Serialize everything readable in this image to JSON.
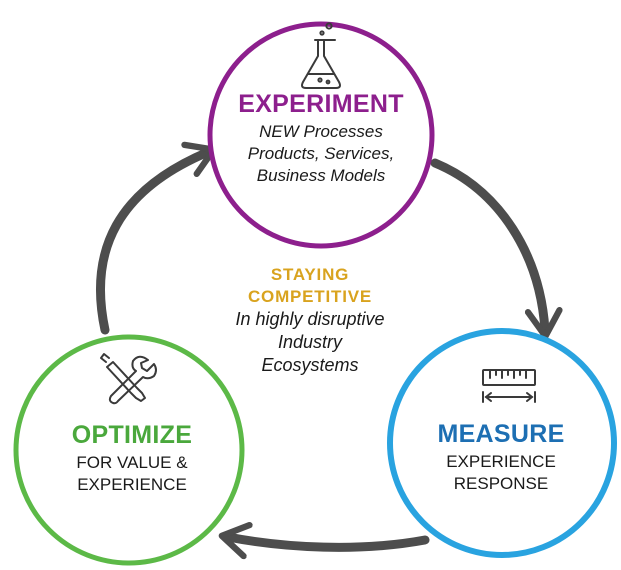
{
  "colors": {
    "experiment": "#8d1f8d",
    "measure": "#29a3e0",
    "measure_title": "#1d6fb3",
    "optimize": "#5cb947",
    "optimize_title": "#4aa83c",
    "center_title": "#d9a31e",
    "arrows": "#4d4d4d"
  },
  "experiment": {
    "title": "EXPERIMENT",
    "lines": [
      "NEW Processes",
      "Products, Services,",
      "Business Models"
    ],
    "icon": "flask-icon"
  },
  "center": {
    "title_lines": [
      "STAYING",
      "COMPETITIVE"
    ],
    "lines": [
      "In highly disruptive",
      "Industry",
      "Ecosystems"
    ]
  },
  "measure": {
    "title": "MEASURE",
    "lines": [
      "EXPERIENCE",
      "RESPONSE"
    ],
    "icon": "ruler-icon"
  },
  "optimize": {
    "title": "OPTIMIZE",
    "lines": [
      "FOR VALUE &",
      "EXPERIENCE"
    ],
    "icon": "tools-icon"
  }
}
